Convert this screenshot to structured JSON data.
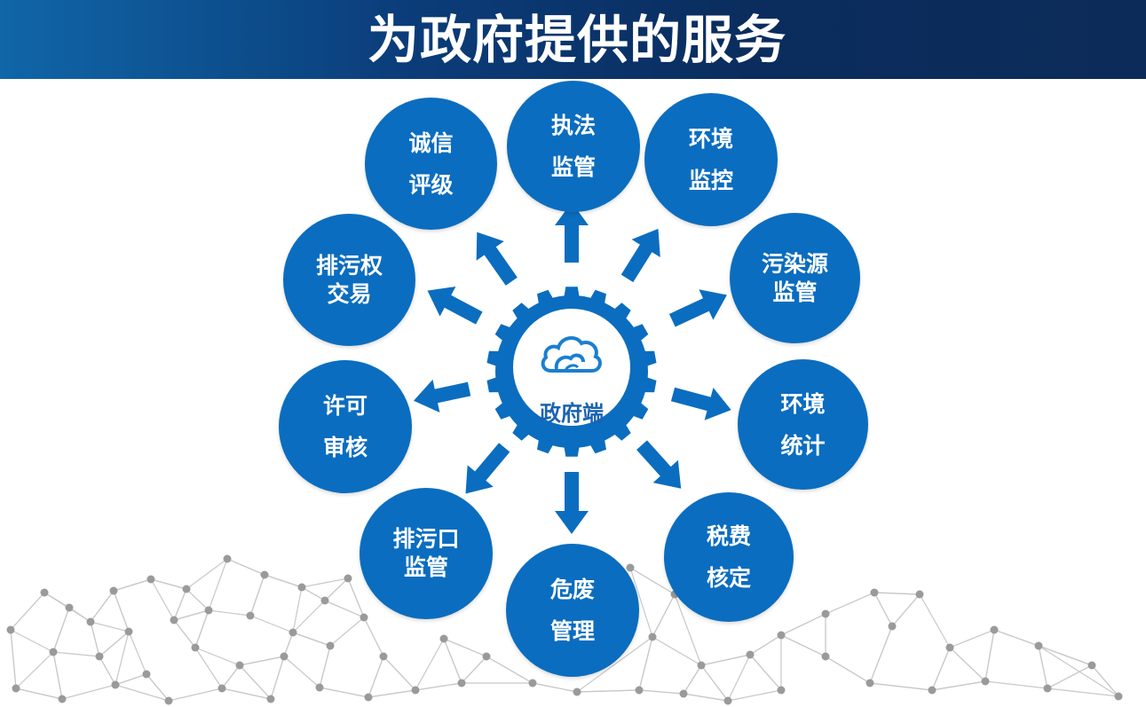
{
  "header": {
    "title": "为政府提供的服务"
  },
  "hub": {
    "label": "政府端",
    "icon": "cloud-icon"
  },
  "services": [
    {
      "line1": "执法",
      "line2": "监管"
    },
    {
      "line1": "环境",
      "line2": "监控"
    },
    {
      "line1": "污染源",
      "line2": "监管"
    },
    {
      "line1": "环境",
      "line2": "统计"
    },
    {
      "line1": "税费",
      "line2": "核定"
    },
    {
      "line1": "危废",
      "line2": "管理"
    },
    {
      "line1": "排污口",
      "line2": "监管"
    },
    {
      "line1": "许可",
      "line2": "审核"
    },
    {
      "line1": "排污权",
      "line2": "交易"
    },
    {
      "line1": "诚信",
      "line2": "评级"
    }
  ],
  "colors": {
    "node": "#0b6dbf",
    "header_dark": "#0a2d5e",
    "header_light": "#1066a8",
    "network": "#9a9a9a"
  }
}
